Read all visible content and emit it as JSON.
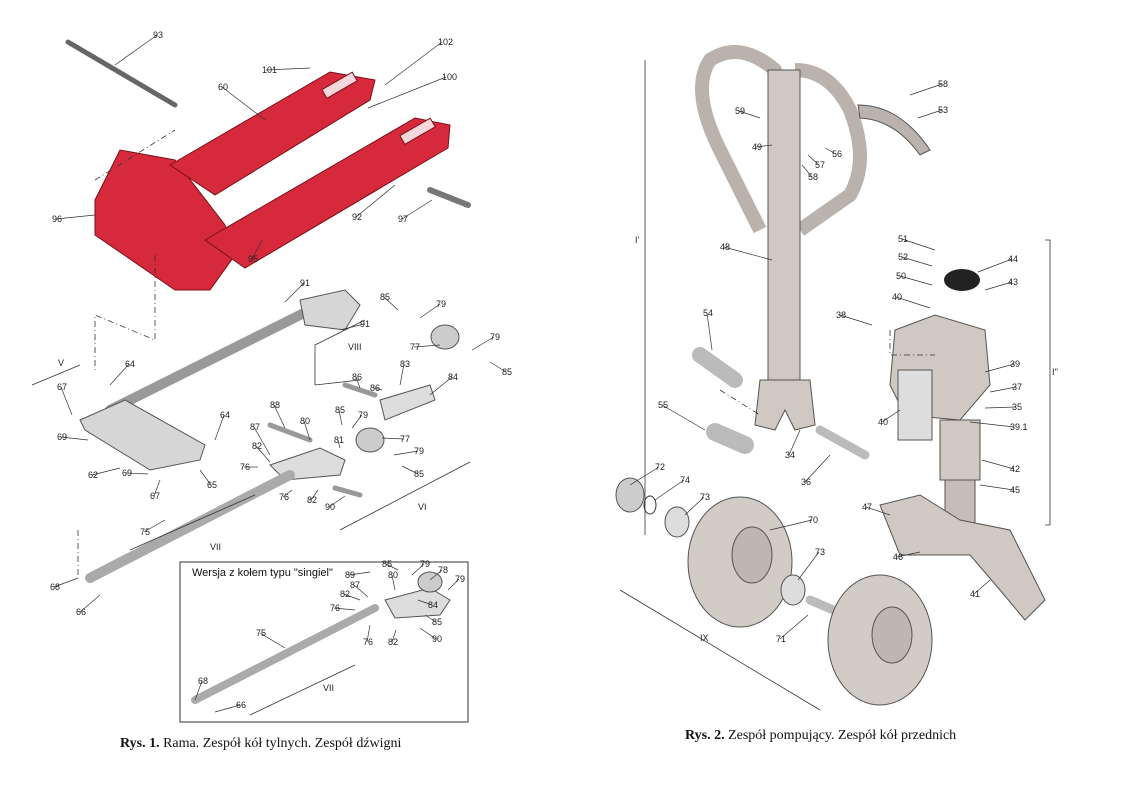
{
  "figure1": {
    "caption_num": "Rys. 1.",
    "caption_text": " Rama. Zespół kół tylnych. Zespół dźwigni",
    "inset_title": "Wersja z kołem typu \"singiel\"",
    "labels": [
      "93",
      "102",
      "101",
      "100",
      "60",
      "96",
      "92",
      "97",
      "95",
      "91",
      "85",
      "79",
      "91",
      "VIII",
      "77",
      "79",
      "85",
      "V",
      "64",
      "83",
      "86",
      "86",
      "84",
      "67",
      "69",
      "88",
      "85",
      "79",
      "64",
      "80",
      "81",
      "77",
      "79",
      "62",
      "87",
      "82",
      "76",
      "85",
      "69",
      "65",
      "67",
      "76",
      "82",
      "90",
      "VI",
      "75",
      "VII",
      "68",
      "66",
      "89",
      "85",
      "79",
      "78",
      "80",
      "79",
      "82",
      "87",
      "84",
      "76",
      "85",
      "75",
      "76",
      "82",
      "90",
      "68",
      "VII",
      "66"
    ]
  },
  "figure2": {
    "caption_num": "Rys. 2.",
    "caption_text": " Zespół pompujący. Zespół kół przednich",
    "labels": [
      "58",
      "53",
      "59",
      "57",
      "56",
      "49",
      "58",
      "I'",
      "48",
      "51",
      "44",
      "52",
      "50",
      "43",
      "40",
      "38",
      "54",
      "39",
      "I''",
      "37",
      "55",
      "40",
      "35",
      "39.1",
      "34",
      "36",
      "42",
      "45",
      "72",
      "74",
      "73",
      "47",
      "70",
      "46",
      "73",
      "41",
      "IX",
      "71"
    ]
  },
  "colors": {
    "red": "#d62a3c",
    "gray": "#c9c2bd",
    "line": "#333333"
  }
}
